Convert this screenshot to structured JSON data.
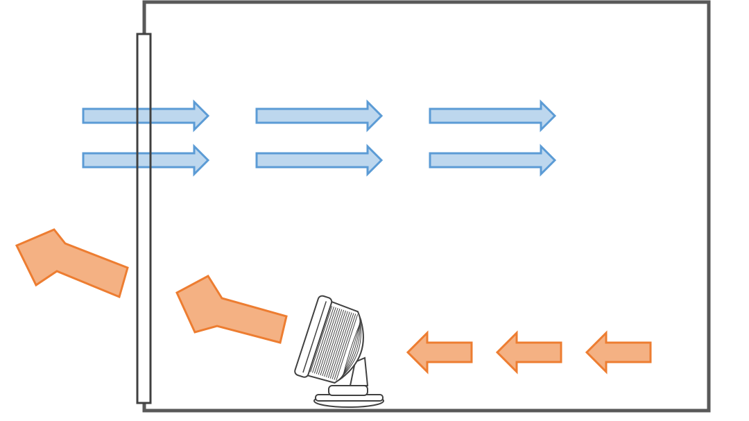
{
  "colors": {
    "background": "#ffffff",
    "room_wall": "#595959",
    "window_frame": "#404040",
    "cool_air_fill": "#bdd7ee",
    "cool_air_stroke": "#5b9bd5",
    "warm_air_fill": "#f4b183",
    "warm_air_stroke": "#ed7d31",
    "fan_line": "#404040",
    "fan_fill": "#ffffff"
  },
  "icons": {
    "fan": "circulator-fan-icon",
    "cool_air": "arrow-right-icon",
    "warm_air": "arrow-left-icon"
  },
  "airflow": {
    "cool_air_rows": 2,
    "cool_air_arrows_per_row": 3,
    "cool_air_direction": "right",
    "warm_air_floor_arrows": 3,
    "warm_air_floor_direction": "left",
    "warm_air_exhaust_arrows": 2,
    "warm_air_exhaust_direction": "up-left"
  }
}
